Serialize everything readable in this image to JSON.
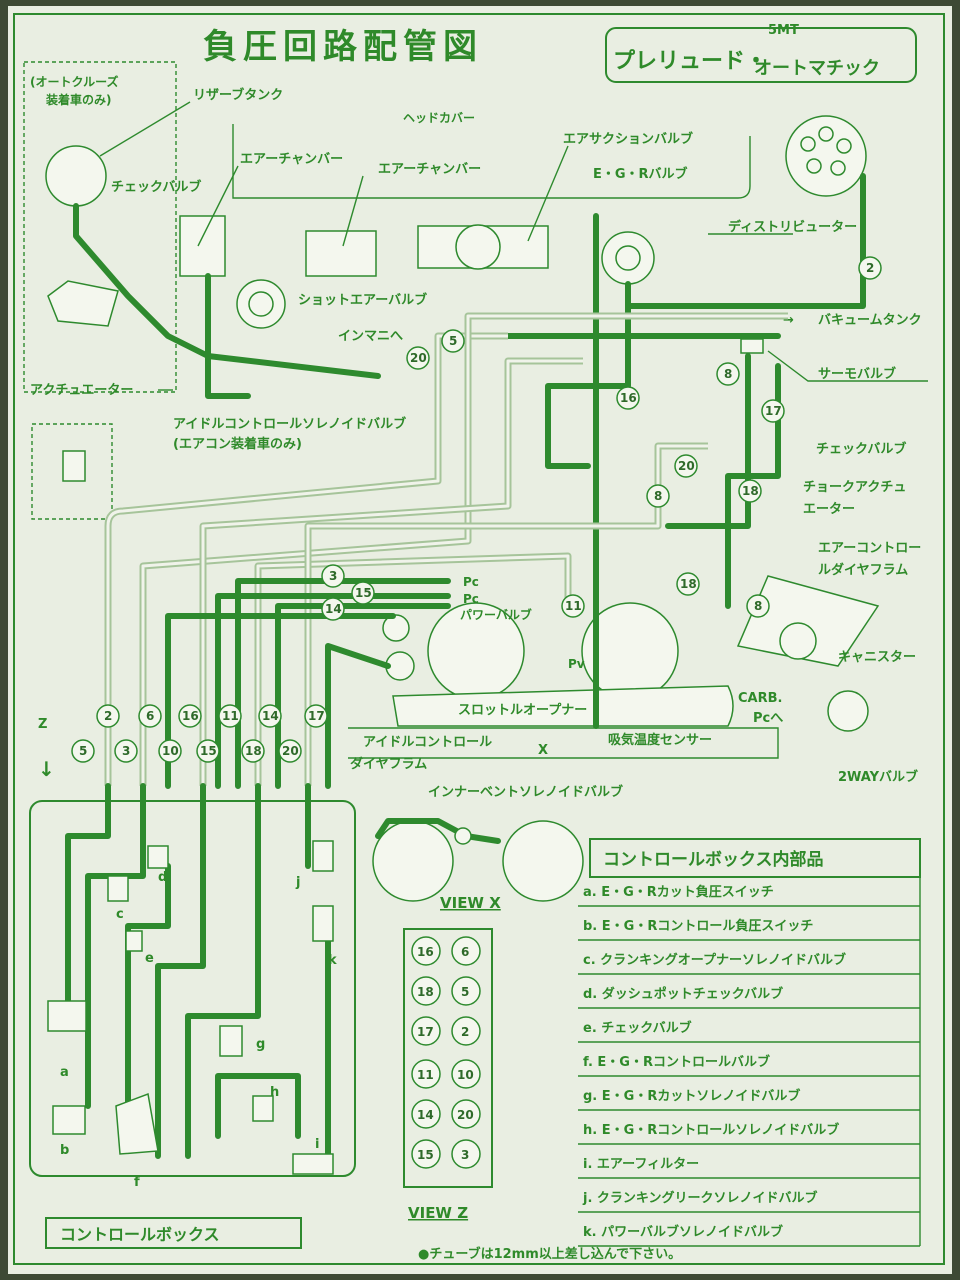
{
  "title": "負圧回路配管図",
  "model": {
    "line1": "プレリュード・",
    "line2": "オートマチック",
    "transmission": "5MT"
  },
  "labels": {
    "cruise_note_1": "(オートクルーズ",
    "cruise_note_2": "装着車のみ)",
    "reservoir_tank": "リザーブタンク",
    "head_cover": "ヘッドカバー",
    "air_chamber_1": "エアーチャンバー",
    "air_chamber_2": "エアーチャンバー",
    "air_suction_valve": "エアサクションバルブ",
    "egr_valve": "E・G・Rバルブ",
    "distributor": "ディストリビューター",
    "check_valve_top": "チェックバルブ",
    "shot_air_valve": "ショットエアーバルブ",
    "to_inmani": "インマニへ",
    "vacuum_tank": "バキュームタンク",
    "actuator": "アクチュエーター",
    "thermo_valve": "サーモバルブ",
    "idle_control_solenoid": "アイドルコントロールソレノイドバルブ",
    "aircon_note": "(エアコン装着車のみ)",
    "check_valve_right": "チェックバルブ",
    "choke_actuator_1": "チョークアクチュ",
    "choke_actuator_2": "エーター",
    "air_control_diaphragm_1": "エアーコントロー",
    "air_control_diaphragm_2": "ルダイヤフラム",
    "canister": "キャニスター",
    "carb": "CARB.",
    "pc_to": "Pcへ",
    "two_way_valve": "2WAYバルブ",
    "pc1": "Pc",
    "pc2": "Pc",
    "power_valve": "パワーバルブ",
    "pv": "Pv",
    "throttle_opener": "スロットルオープナー",
    "idle_control_1": "アイドルコントロール",
    "idle_control_2": "ダイヤフラム",
    "intake_temp_sensor": "吸気温度センサー",
    "x_mark": "X",
    "z_mark": "Z",
    "inner_vent_solenoid": "インナーベントソレノイドバルブ",
    "view_x": "VIEW X",
    "view_z": "VIEW Z",
    "control_box": "コントロールボックス",
    "tube_note": "●チューブは12mm以上差し込んで下さい。"
  },
  "tube_numbers": [
    "2",
    "5",
    "20",
    "16",
    "8",
    "8",
    "17",
    "18",
    "20",
    "3",
    "15",
    "14",
    "11",
    "8",
    "18",
    "2",
    "5",
    "3",
    "6",
    "10",
    "16",
    "15",
    "11",
    "18",
    "14",
    "20",
    "17"
  ],
  "box_letters": [
    "a",
    "b",
    "c",
    "d",
    "e",
    "f",
    "g",
    "h",
    "i",
    "j",
    "k"
  ],
  "view_z_grid": [
    [
      "16",
      "6"
    ],
    [
      "18",
      "5"
    ],
    [
      "17",
      "2"
    ],
    [
      "11",
      "10"
    ],
    [
      "14",
      "20"
    ],
    [
      "15",
      "3"
    ]
  ],
  "parts_list": {
    "heading": "コントロールボックス内部品",
    "items": [
      "a. E・G・Rカット負圧スイッチ",
      "b. E・G・Rコントロール負圧スイッチ",
      "c. クランキングオープナーソレノイドバルブ",
      "d. ダッシュポットチェックバルブ",
      "e. チェックバルブ",
      "f. E・G・Rコントロールバルブ",
      "g. E・G・Rカットソレノイドバルブ",
      "h. E・G・Rコントロールソレノイドバルブ",
      "i. エアーフィルター",
      "j. クランキングリークソレノイドバルブ",
      "k. パワーバルブソレノイドバルブ"
    ]
  },
  "colors": {
    "ink": "#2e8a2e",
    "paper": "#e9eee2"
  }
}
